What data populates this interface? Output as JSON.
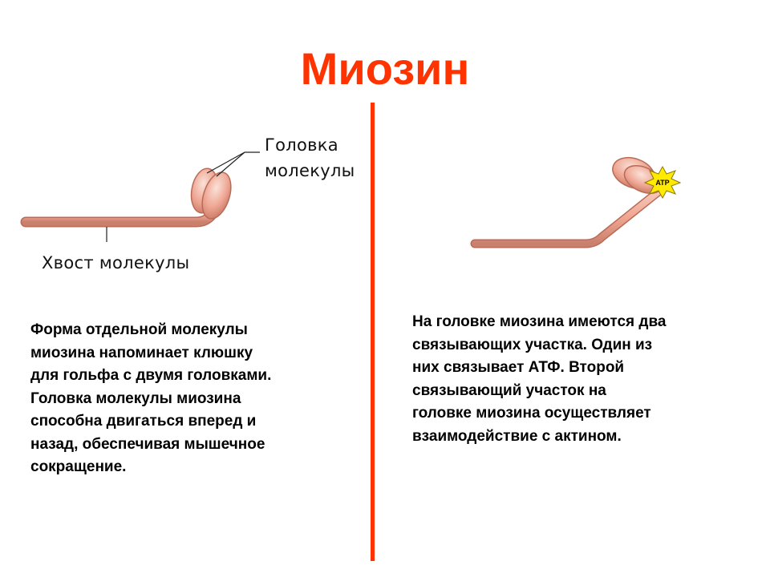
{
  "slide": {
    "title": "Миозин",
    "accent_color": "#ff3300"
  },
  "left_panel": {
    "head_label_line1": "Головка",
    "head_label_line2": "молекулы",
    "tail_label": "Хвост молекулы",
    "description": "Форма отдельной молекулы\nмиозина напоминает клюшку\nдля гольфа с двумя головками.\nГоловка молекулы миозина\nспособна двигаться вперед и\nназад, обеспечивая мышечное\nсокращение."
  },
  "right_panel": {
    "atp_badge": "ATP",
    "description": "На головке миозина имеются два\nсвязывающих участка. Один из\nних связывает АТФ. Второй\nсвязывающий участок на\nголовке миозина   осуществляет\nвзаимодействие с актином."
  }
}
